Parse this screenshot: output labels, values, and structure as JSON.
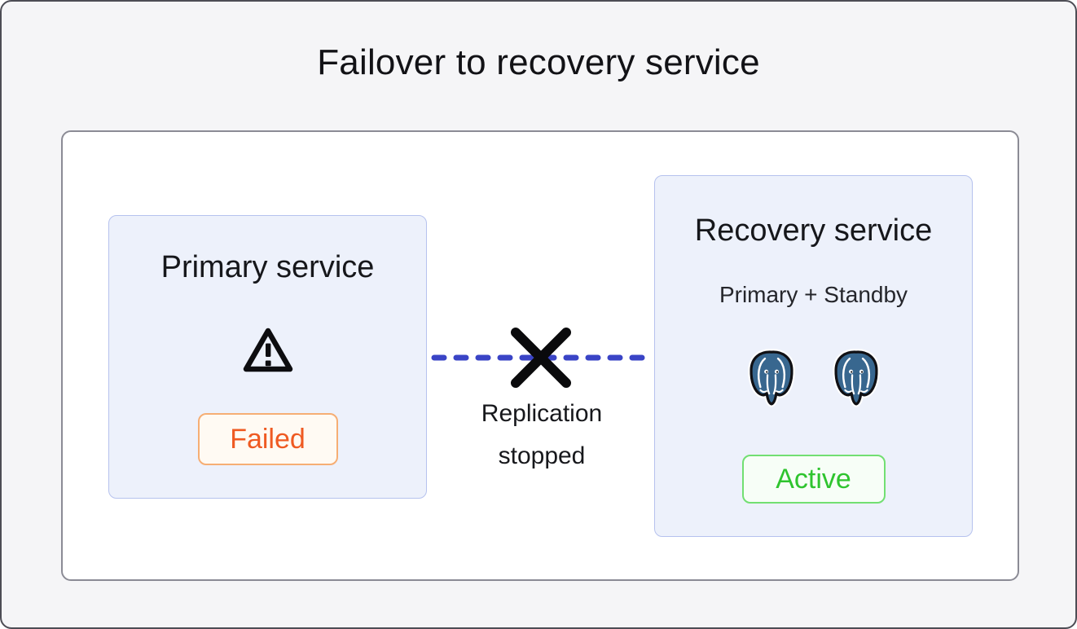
{
  "page": {
    "title": "Failover to recovery service"
  },
  "primary_card": {
    "title": "Primary service",
    "icon": "warning-triangle-icon",
    "status": "Failed"
  },
  "recovery_card": {
    "title": "Recovery service",
    "subtitle": "Primary + Standby",
    "icons": [
      "postgresql-elephant-icon",
      "postgresql-elephant-icon"
    ],
    "status": "Active"
  },
  "connector": {
    "label": "Replication stopped",
    "style": "dashed",
    "cross_icon": "x-cross-icon"
  },
  "colors": {
    "page_bg": "#f5f5f7",
    "ink": "#121216",
    "card_bg": "#edf1fb",
    "card_border": "#b6c2ee",
    "failed_text": "#ef5a22",
    "failed_border": "#f6ae74",
    "failed_bg": "#fffaf3",
    "active_text": "#2fc42f",
    "active_border": "#72df72",
    "active_bg": "#f7fef7",
    "line_blue": "#3a44c6",
    "elephant_blue": "#38678f"
  }
}
